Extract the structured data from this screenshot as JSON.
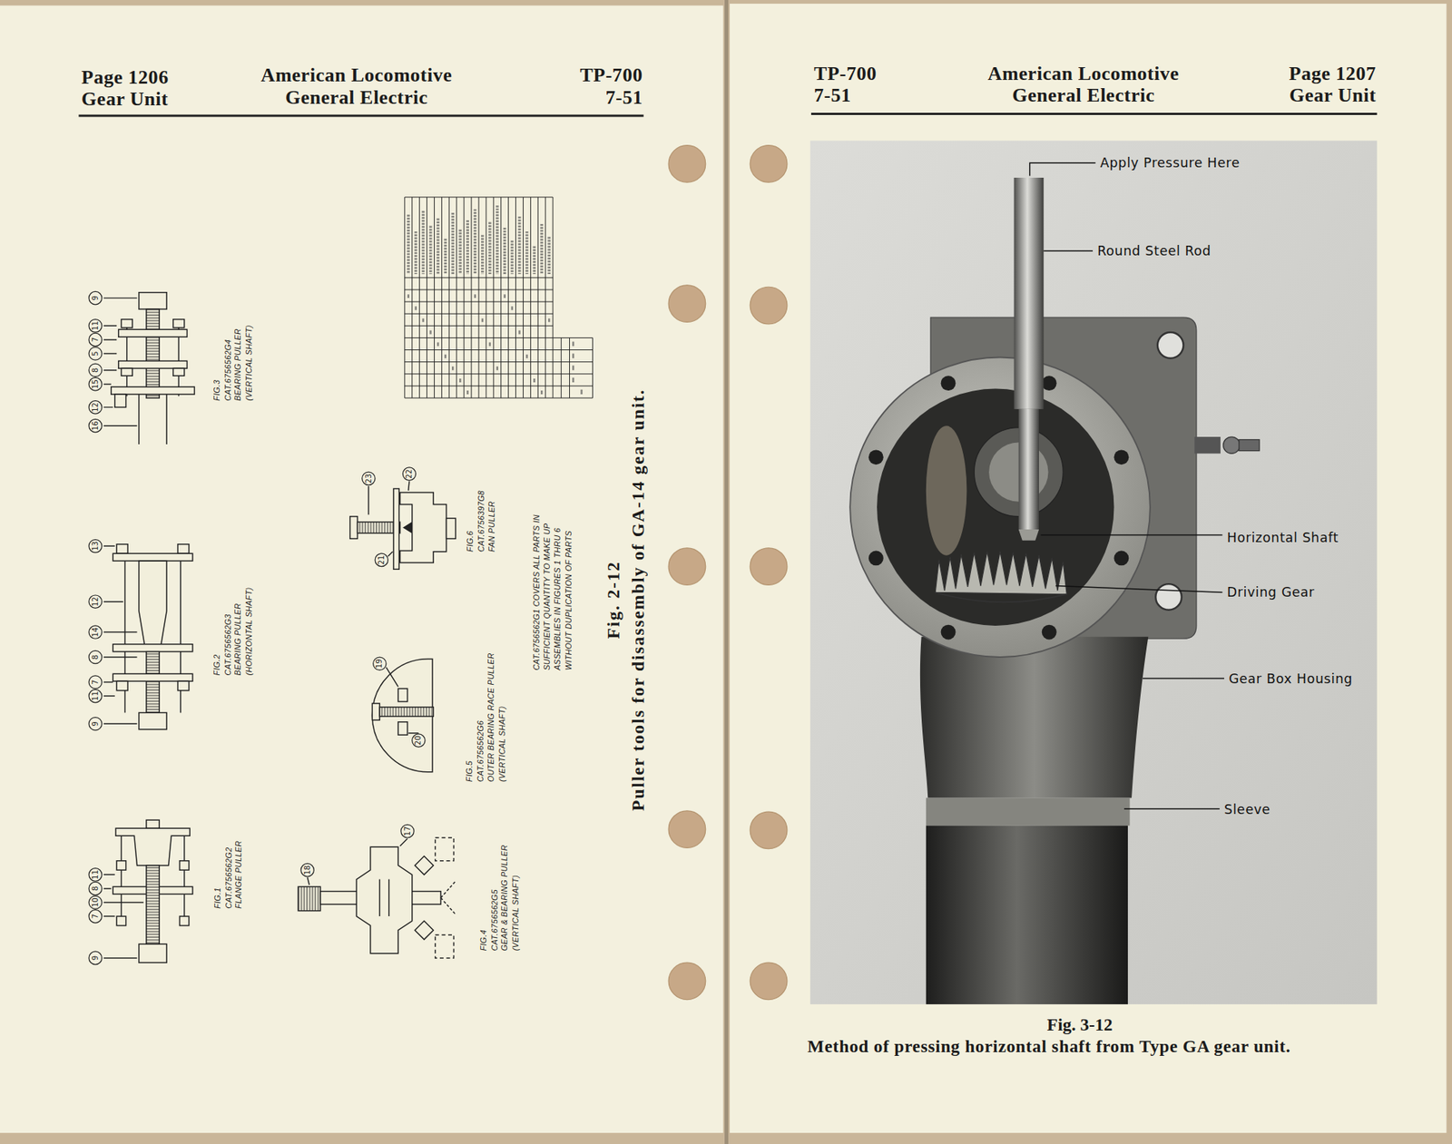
{
  "diagram": {
    "labels": [
      "Page 1206",
      "Gear Unit",
      "American Locomotive",
      "General Electric",
      "TP-700",
      "7-51",
      "TP-700",
      "7-51",
      "American Locomotive",
      "General Electric",
      "Page 1207",
      "Gear Unit",
      "FIG.3",
      "CAT.6756562G4",
      "BEARING PULLER",
      "(VERTICAL SHAFT)",
      "FIG.2",
      "CAT.6756562G3",
      "BEARING PULLER",
      "(HORIZONTAL SHAFT)",
      "FIG.1",
      "CAT.6756562G2",
      "FLANGE PULLER",
      "FIG.6",
      "CAT.6756397G8",
      "FAN PULLER",
      "FIG.5",
      "CAT.6756562G6",
      "OUTER BEARING RACE PULLER",
      "(VERTICAL SHAFT)",
      "FIG.4",
      "CAT.6756562G5",
      "GEAR & BEARING PULLER",
      "(VERTICAL SHAFT)",
      "CAT.6756562G1 COVERS ALL PARTS IN",
      "SUFFICIENT QUANTITY TO MAKE UP",
      "ASSEMBLIES IN FIGURES 1 THRU 6",
      "WITHOUT DUPLICATION OF PARTS",
      "Fig. 2-12",
      "Puller tools for disassembly of GA-14 gear unit.",
      "9",
      "11",
      "7",
      "5",
      "8",
      "15",
      "12",
      "16",
      "13",
      "12",
      "14",
      "8",
      "7",
      "11",
      "9",
      "11",
      "8",
      "10",
      "7",
      "9",
      "18",
      "17",
      "19",
      "20",
      "23",
      "22",
      "21",
      "Apply Pressure Here",
      "Round Steel Rod",
      "Horizontal Shaft",
      "Driving Gear",
      "Gear Box Housing",
      "Sleeve",
      "Fig. 3-12",
      "Method of pressing horizontal shaft from Type GA gear unit."
    ]
  }
}
